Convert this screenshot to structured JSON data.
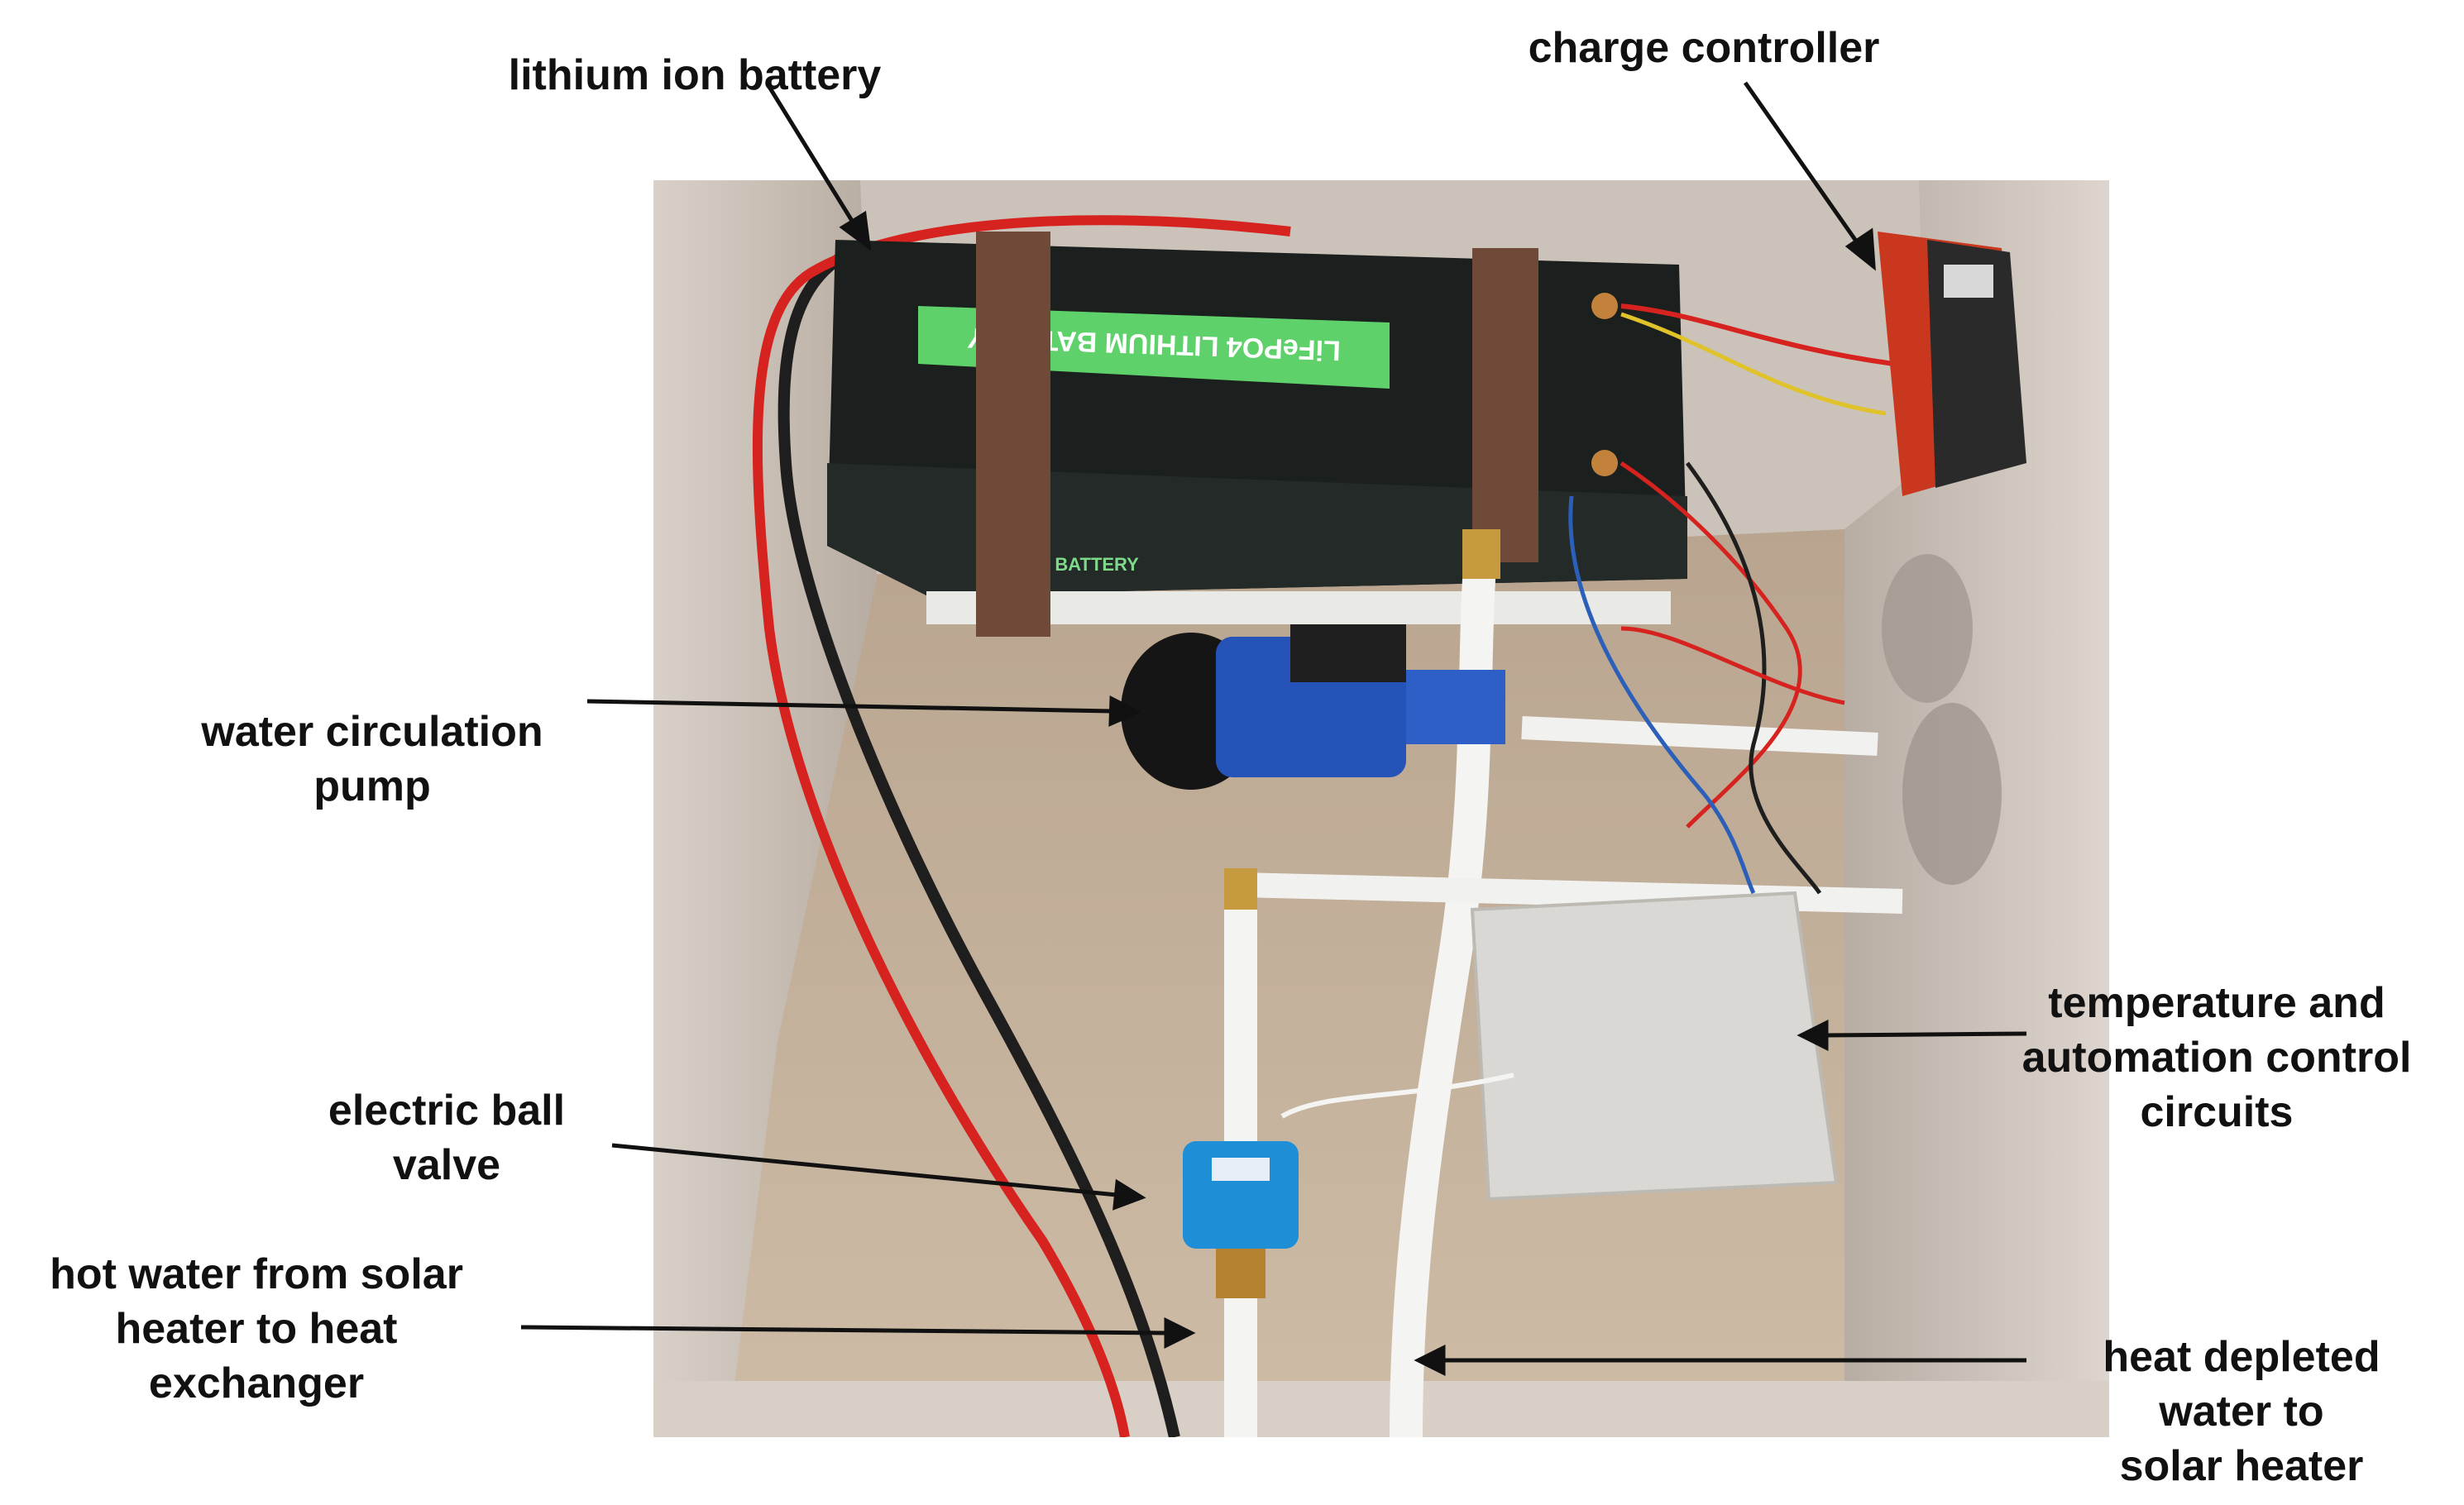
{
  "figure": {
    "labels": {
      "battery": [
        "lithium ion battery"
      ],
      "controller": [
        "charge controller"
      ],
      "pump": [
        "water circulation",
        "pump"
      ],
      "control": [
        "temperature and",
        "automation control",
        "circuits"
      ],
      "valve": [
        "electric ball",
        "valve"
      ],
      "hot_water": [
        "hot water from solar",
        "heater  to heat",
        "exchanger"
      ],
      "cold_water": [
        "heat depleted",
        "water  to",
        "solar heater"
      ]
    },
    "battery_print": {
      "band": "LiFePO4 LITHIUM BATTERY",
      "front": "LiFePO4 BATTERY"
    },
    "colors": {
      "wall": "#cfc6bd",
      "floor": "#c8b6a0",
      "battery": "#1b1f1d",
      "battery_band": "#5fd16b",
      "strap": "#6f4a39",
      "pump": "#2553b8",
      "valve": "#1e8fd6",
      "pipe": "#f4f5f3",
      "controller": "#c9381e",
      "wire_red": "#d6231f",
      "wire_black": "#1e1e1e",
      "arrow": "#111111"
    }
  }
}
